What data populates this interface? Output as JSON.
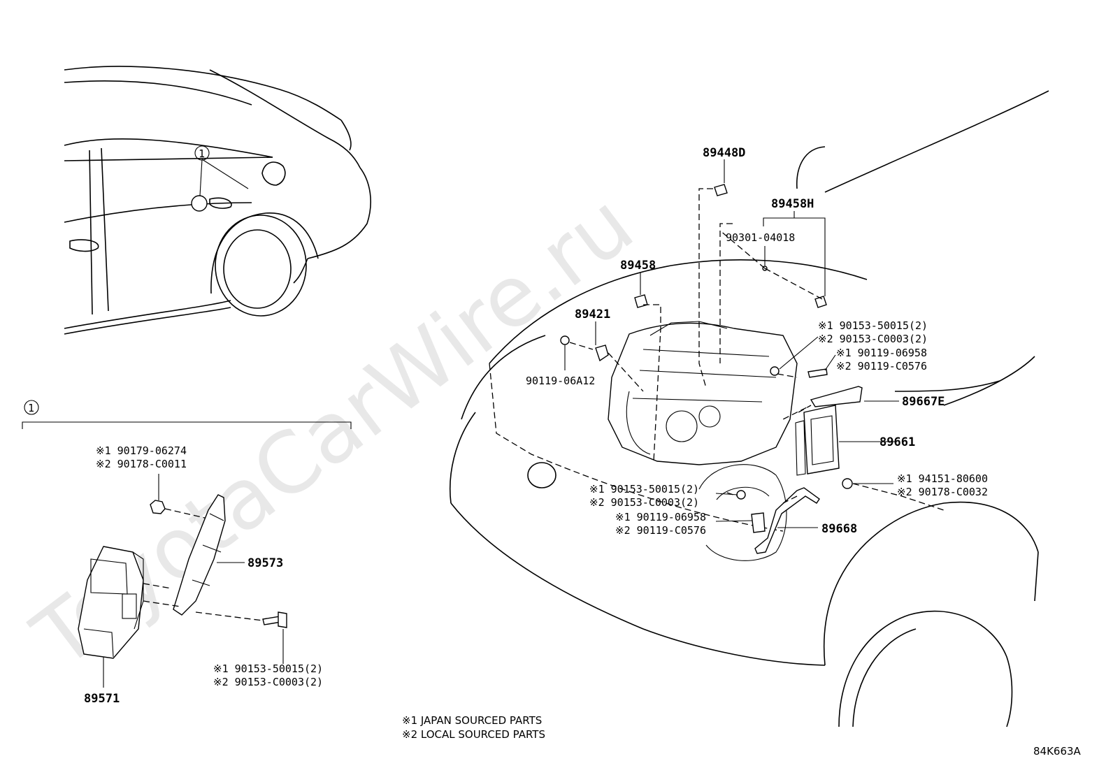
{
  "watermark": "ToyotaCarWire.ru",
  "ref_code": "84K663A",
  "callout_marker": "1",
  "detail_marker": "1",
  "legend": [
    "※1 JAPAN SOURCED PARTS",
    "※2 LOCAL SOURCED PARTS"
  ],
  "engine_labels": {
    "p89448D": "89448D",
    "p89458H": "89458H",
    "p90301": "90301-04018",
    "p89458": "89458",
    "p89421": "89421",
    "p9011906A12": "90119-06A12",
    "r1_a": "※1 90153-50015(2)",
    "r1_b": "※2 90153-C0003(2)",
    "r2_a": "※1 90119-06958",
    "r2_b": "※2 90119-C0576",
    "p89667E": "89667E",
    "p89661": "89661",
    "r3_a": "※1 94151-80600",
    "r3_b": "※2 90178-C0032",
    "r4_a": "※1 90153-50015(2)",
    "r4_b": "※2 90153-C0003(2)",
    "r5_a": "※1 90119-06958",
    "r5_b": "※2 90119-C0576",
    "p89668": "89668"
  },
  "detail_labels": {
    "n1_a": "※1 90179-06274",
    "n1_b": "※2 90178-C0011",
    "p89573": "89573",
    "b1_a": "※1 90153-50015(2)",
    "b1_b": "※2 90153-C0003(2)",
    "p89571": "89571"
  }
}
